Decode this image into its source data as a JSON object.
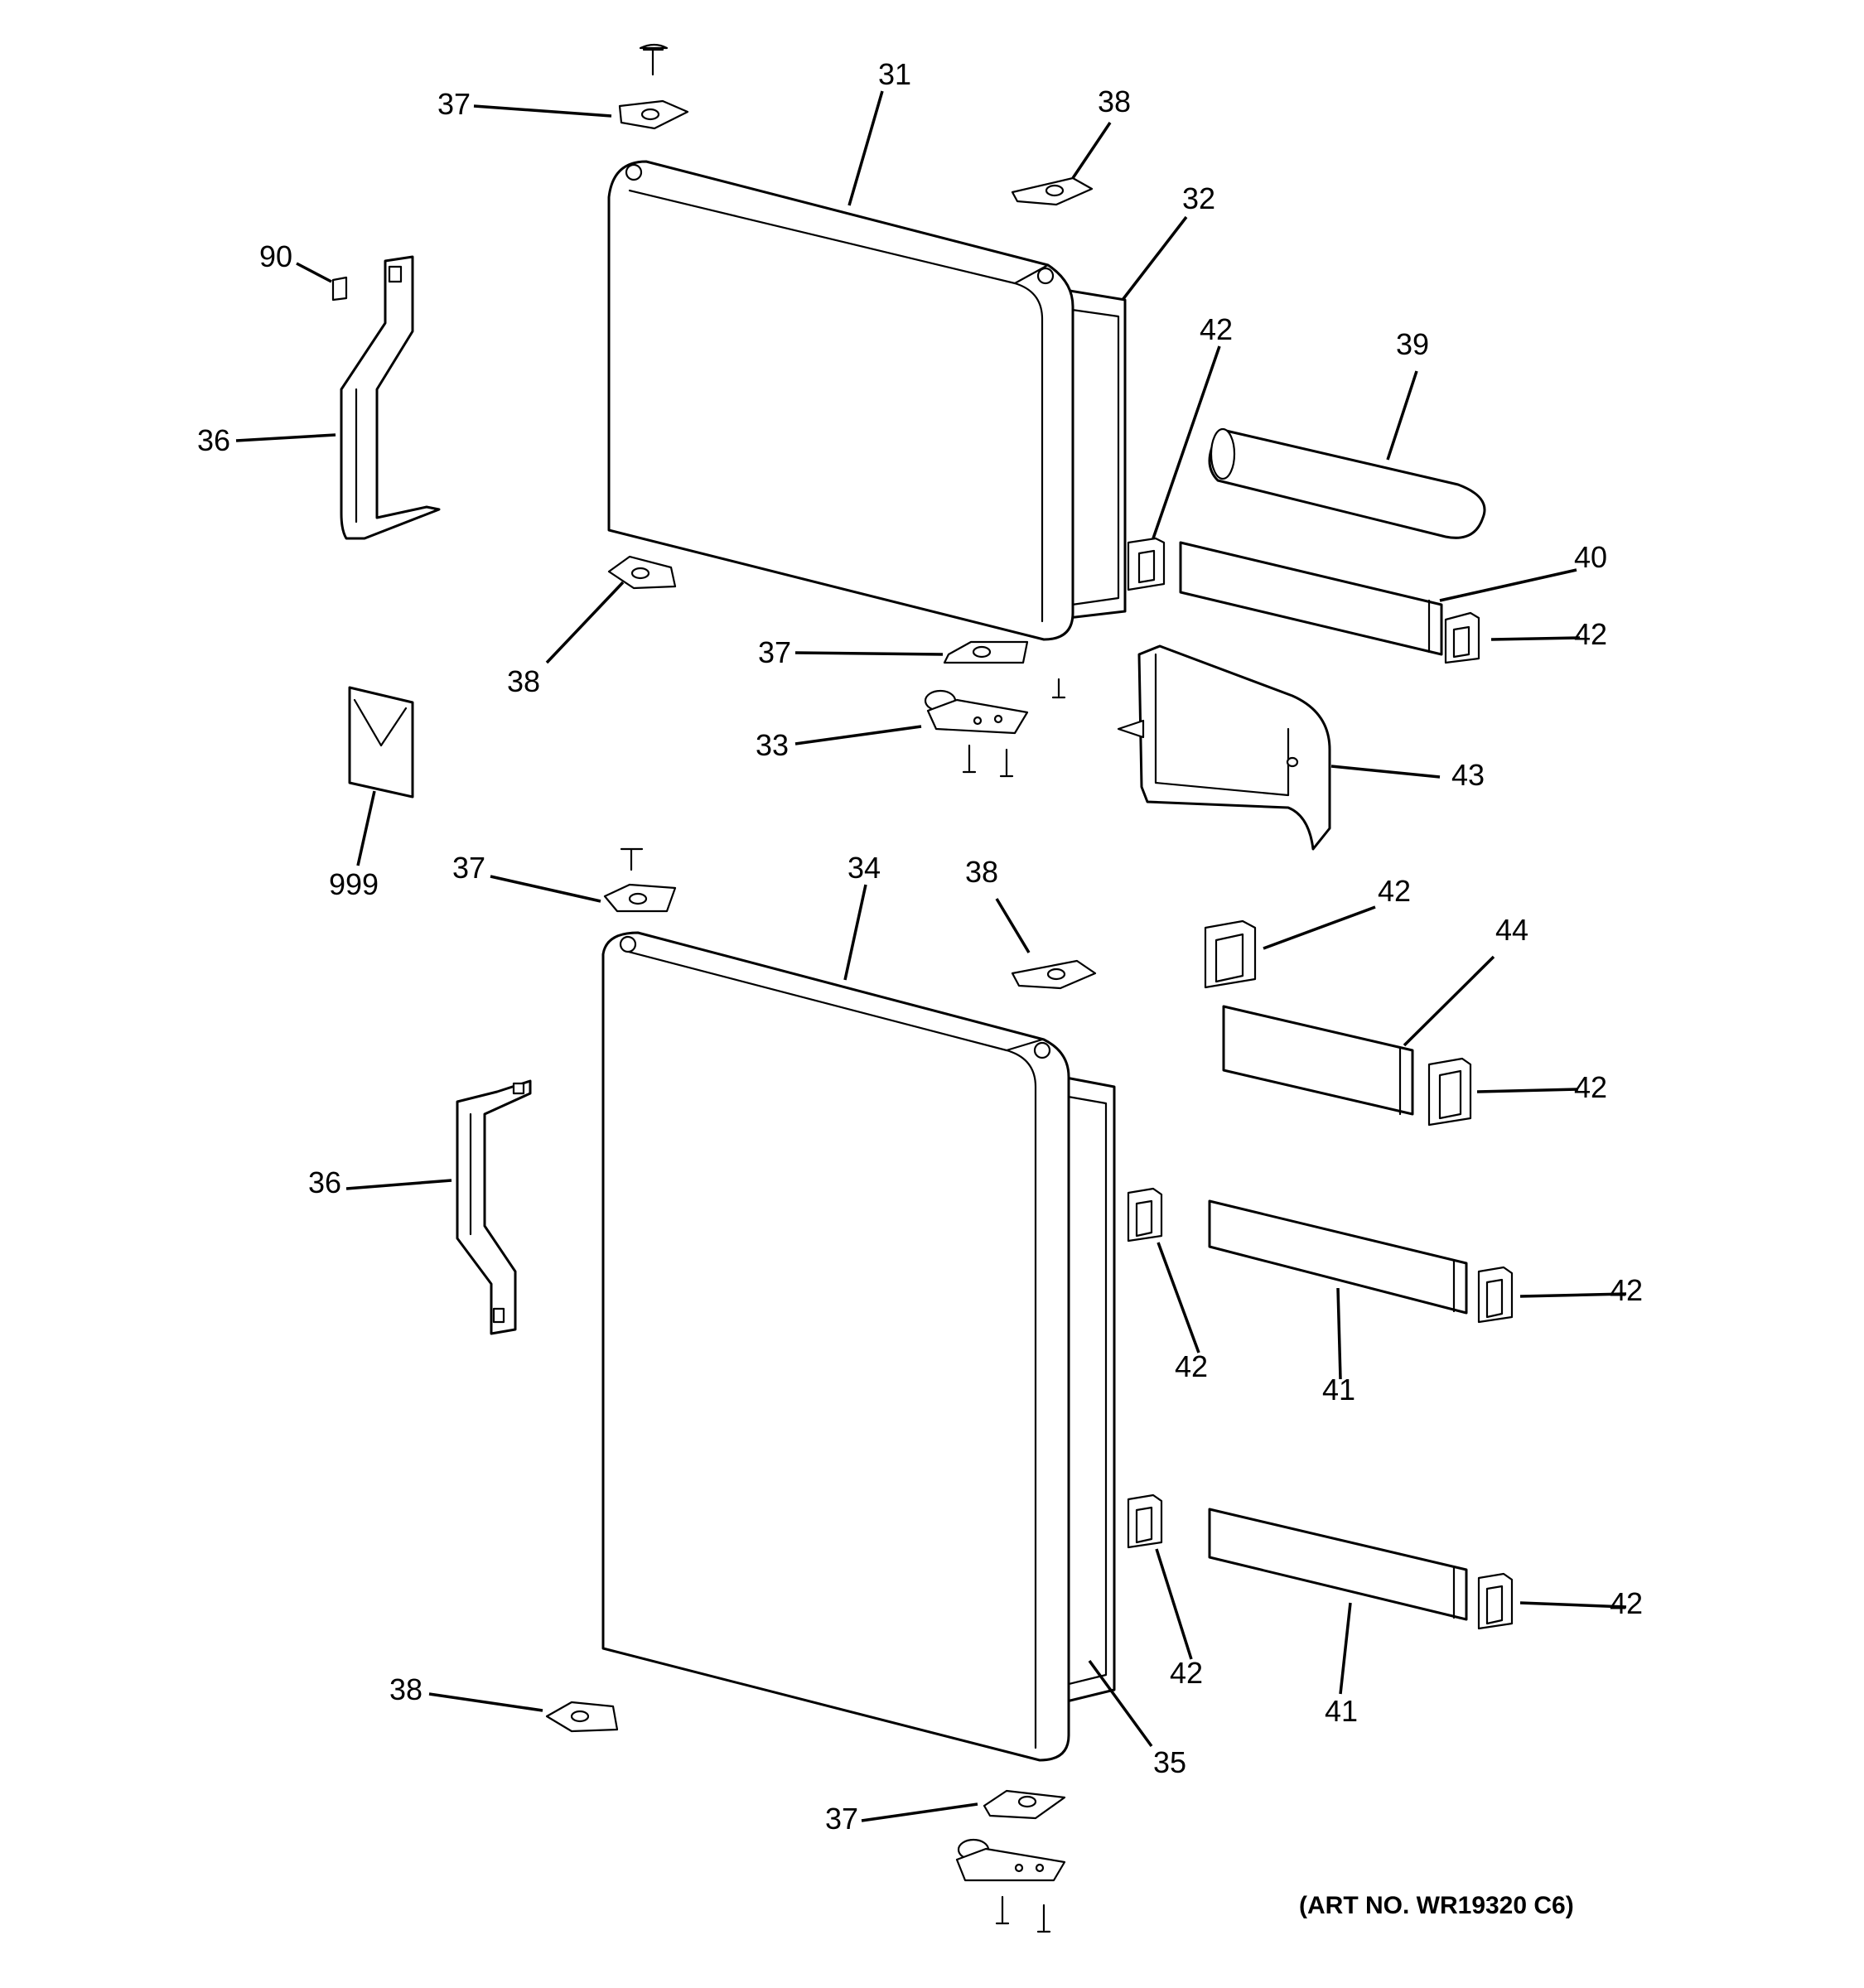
{
  "labels": {
    "c31": "31",
    "c32": "32",
    "c33": "33",
    "c34": "34",
    "c35": "35",
    "c36_top": "36",
    "c36_bot": "36",
    "c37_a": "37",
    "c37_b": "37",
    "c37_c": "37",
    "c37_d": "37",
    "c38_a": "38",
    "c38_b": "38",
    "c38_c": "38",
    "c38_d": "38",
    "c39": "39",
    "c40": "40",
    "c41_a": "41",
    "c41_b": "41",
    "c42_a": "42",
    "c42_b": "42",
    "c42_c": "42",
    "c42_d": "42",
    "c42_e": "42",
    "c42_f": "42",
    "c42_g": "42",
    "c42_h": "42",
    "c43": "43",
    "c44": "44",
    "c90": "90",
    "c999": "999"
  },
  "art_number": "(ART NO. WR19320 C6)"
}
